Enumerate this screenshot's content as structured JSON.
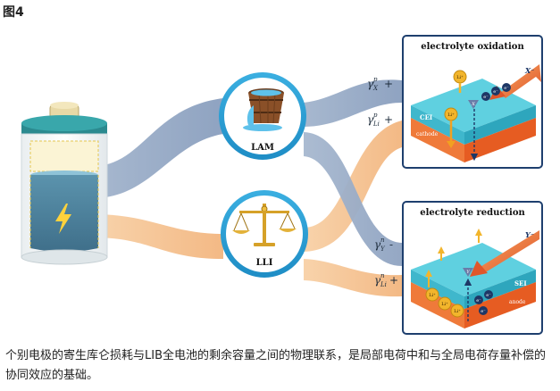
{
  "figure_label": "图4",
  "caption": "个别电极的寄生库仑损耗与LIB全电池的剩余容量之间的物理联系，是局部电荷中和与全局电荷存量补偿的协同效应的基础。",
  "circles": {
    "lam_label": "LAM",
    "lli_label": "LLI"
  },
  "gammas": [
    {
      "base": "γ",
      "sup": "p",
      "sub": "X",
      "sign": "+"
    },
    {
      "base": "γ",
      "sup": "p",
      "sub": "Li",
      "sign": "+"
    },
    {
      "base": "γ",
      "sup": "n",
      "sub": "Y",
      "sign": "-"
    },
    {
      "base": "γ",
      "sup": "n",
      "sub": "Li",
      "sign": "+"
    }
  ],
  "panel_top": {
    "title": "electrolyte oxidation",
    "sei_label": "CEI",
    "layer_label": "cathode",
    "ion_li": "Li⁺",
    "ion_x": "X",
    "ion_x_arrow": "X⁻",
    "electron": "e⁻"
  },
  "panel_bottom": {
    "title": "electrolyte reduction",
    "sei_label": "SEI",
    "layer_label": "anode",
    "ion_li": "Li⁺",
    "ion_y": "Y",
    "ion_y_arrow": "Y⁻",
    "electron": "e⁻"
  },
  "colors": {
    "band_blue": "#9fb1cc",
    "band_orange": "#f6c99a",
    "circle_blue": "#2a9fd6",
    "sei_cyan": "#3fc3d6",
    "electrode_orange": "#ea6a2c",
    "panel_border": "#1e3f6e",
    "electron_navy": "#1e3766",
    "li_yellow": "#f2b52c"
  }
}
